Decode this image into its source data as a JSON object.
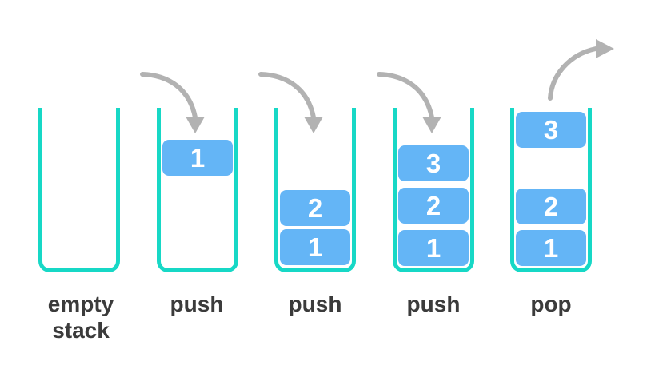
{
  "diagram": {
    "type": "stack-operations",
    "colors": {
      "background": "#ffffff",
      "stack_outline": "#17d8c6",
      "item_fill": "#64b5f6",
      "item_text": "#ffffff",
      "arrow": "#b2b2b2",
      "label_text": "#3b3b3b"
    },
    "frames": [
      {
        "label_lines": [
          "empty",
          "stack"
        ],
        "arrow": "none",
        "items": []
      },
      {
        "label_lines": [
          "push"
        ],
        "arrow": "curved-arrow-down",
        "items": [
          {
            "value": "1"
          }
        ]
      },
      {
        "label_lines": [
          "push"
        ],
        "arrow": "curved-arrow-down",
        "items": [
          {
            "value": "2"
          },
          {
            "value": "1"
          }
        ]
      },
      {
        "label_lines": [
          "push"
        ],
        "arrow": "curved-arrow-down",
        "items": [
          {
            "value": "3"
          },
          {
            "value": "2"
          },
          {
            "value": "1"
          }
        ]
      },
      {
        "label_lines": [
          "pop"
        ],
        "arrow": "curved-arrow-up",
        "items": [
          {
            "value": "3"
          },
          {
            "value": "2"
          },
          {
            "value": "1"
          }
        ]
      }
    ]
  }
}
